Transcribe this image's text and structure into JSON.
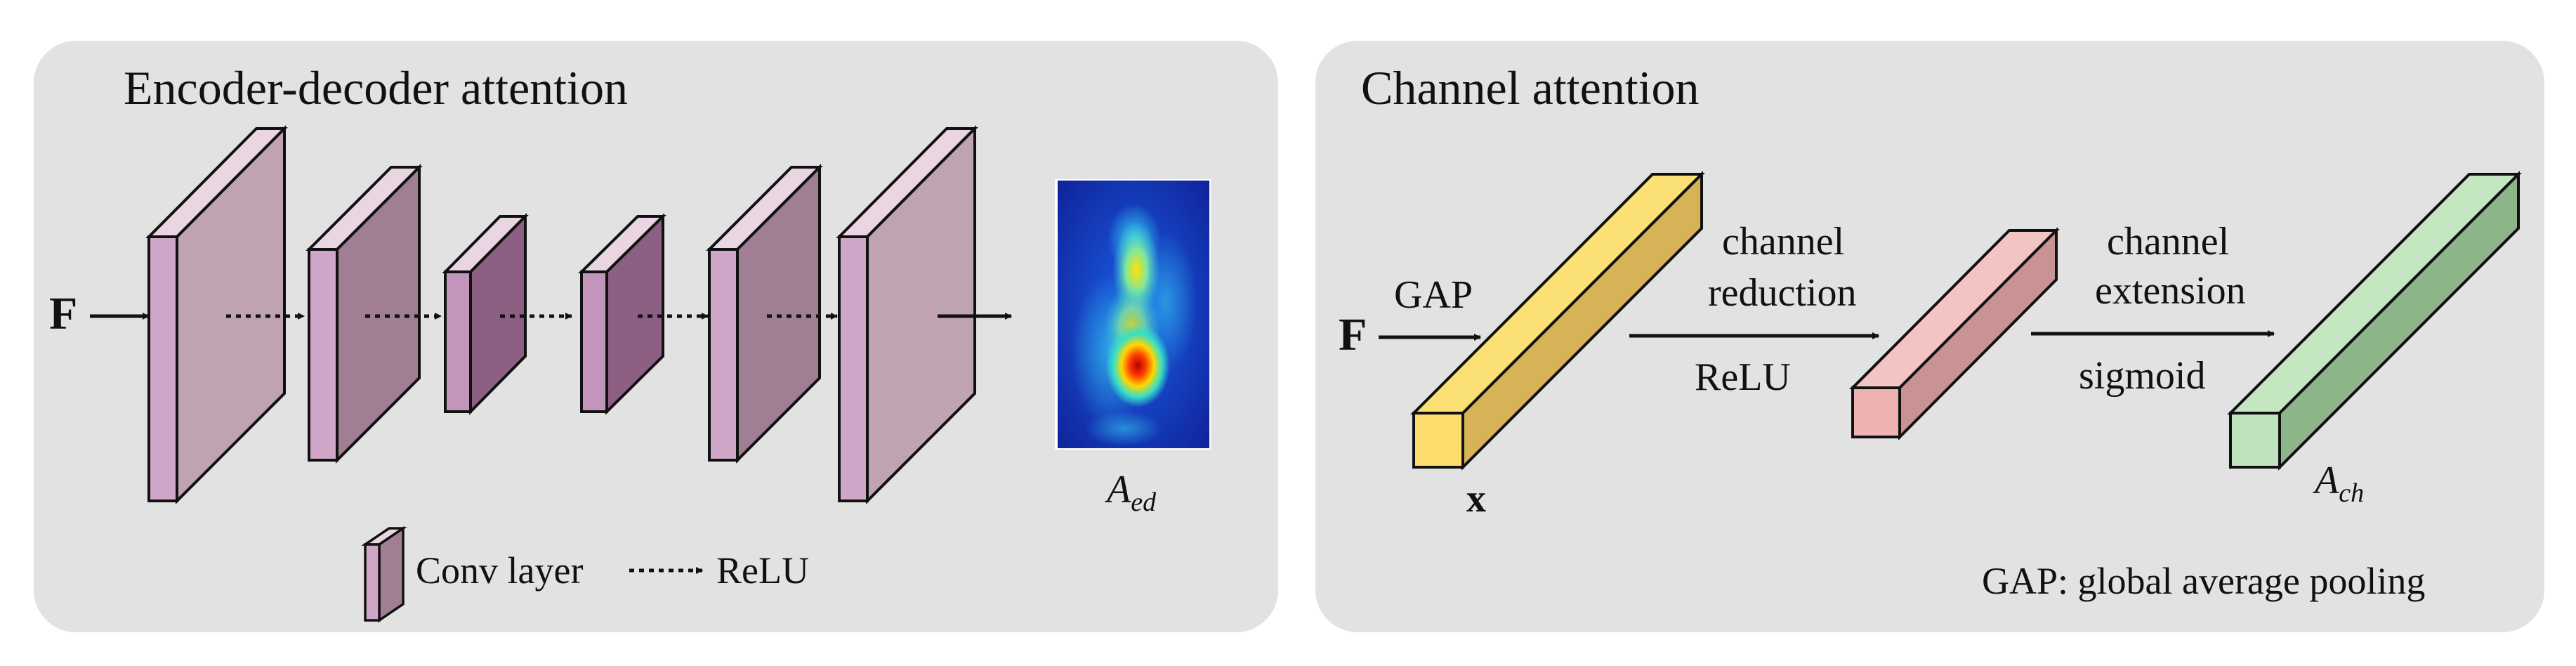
{
  "colors": {
    "panel_bg": "#e2e2e2",
    "stroke": "#111111",
    "conv_front": "#bfa3b3",
    "conv_side": "#a4889a",
    "conv_top": "#ead6e2",
    "conv_thick_front": "#cfa6c7",
    "conv_thick_side": "#9e7d95",
    "conv_mid_side": "#8c5f83",
    "gold_front": "#fddc6e",
    "gold_side": "#d8b256",
    "gold_top": "#fbe075",
    "pink_front": "#eeb2b2",
    "pink_side": "#c99393",
    "pink_top": "#f3c4c4",
    "green_front": "#bfe3bd",
    "green_side": "#8cb58a",
    "green_top": "#c4e6c1"
  },
  "left_panel": {
    "title": "Encoder-decoder attention",
    "input_label": "F",
    "output_label_base": "A",
    "output_label_sub": "ed",
    "legend": {
      "icon": "conv-layer-icon",
      "conv_label": "Conv layer",
      "relu_label": "ReLU"
    }
  },
  "right_panel": {
    "title": "Channel attention",
    "input_label": "F",
    "gap_label": "GAP",
    "x_label": "x",
    "reduction_line1": "channel",
    "reduction_line2": "reduction",
    "relu_label": "ReLU",
    "extension_line1": "channel",
    "extension_line2": "extension",
    "sigmoid_label": "sigmoid",
    "output_label_base": "A",
    "output_label_sub": "ch",
    "footnote": "GAP: global average pooling"
  }
}
